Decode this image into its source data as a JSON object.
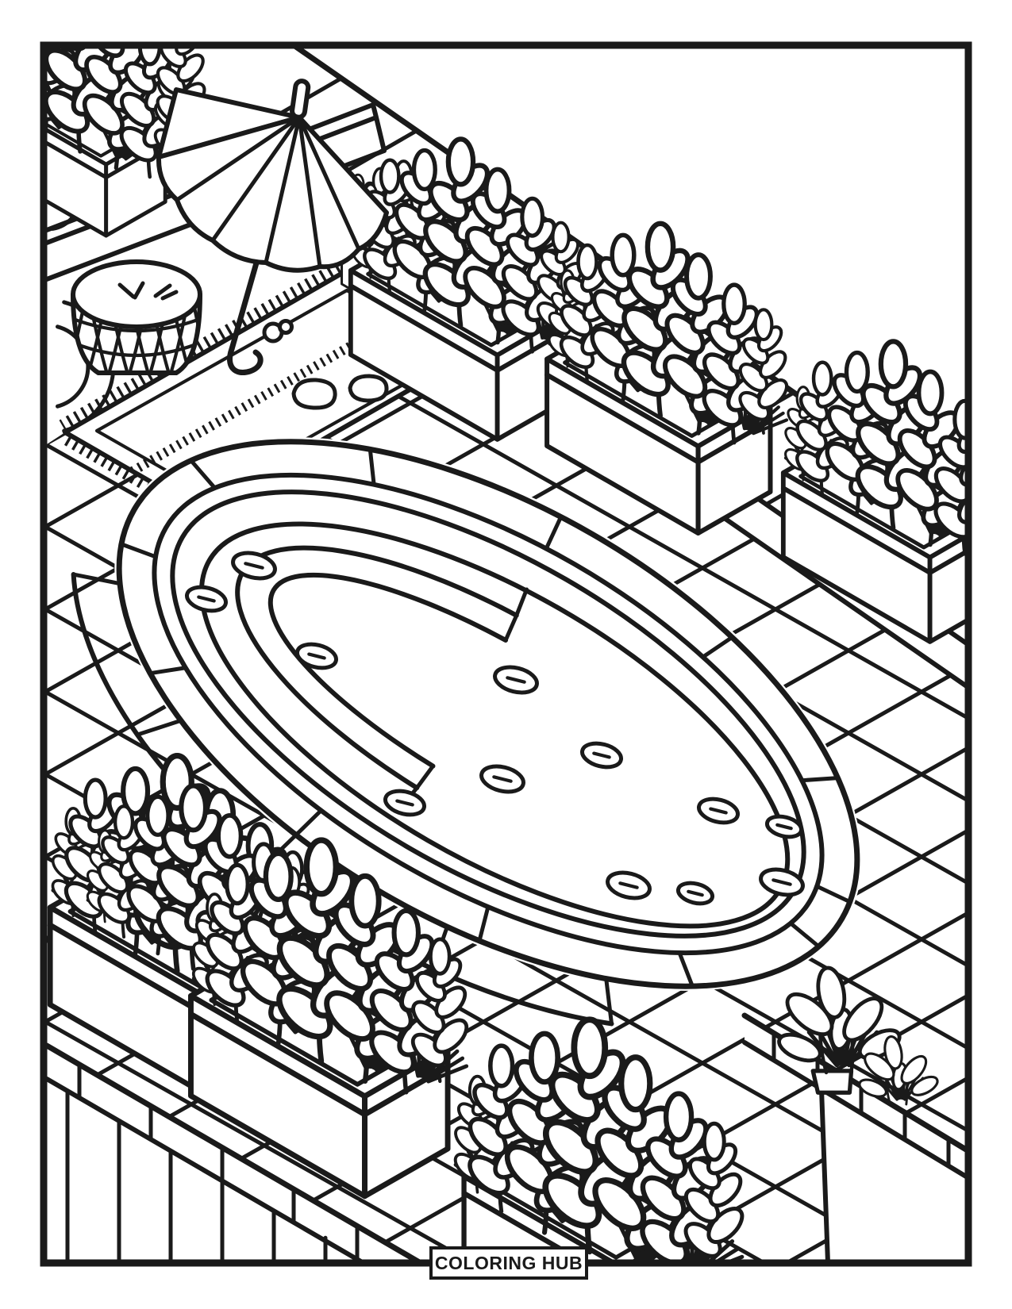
{
  "page": {
    "type": "coloring-page",
    "footer_label": "COLORING HUB",
    "colors": {
      "ink": "#1a1a1a",
      "paper": "#ffffff"
    }
  },
  "scene": {
    "subject": "isometric backyard oval swimming pool patio line art",
    "elements": [
      {
        "name": "outer-border-frame",
        "count": 1
      },
      {
        "name": "diamond-tile-patio-floor",
        "count": 1
      },
      {
        "name": "oval-pool-with-coping",
        "count": 1
      },
      {
        "name": "pool-entry-steps",
        "count": 3
      },
      {
        "name": "pool-floor-jets",
        "count": 12
      },
      {
        "name": "beach-umbrella",
        "count": 1
      },
      {
        "name": "woven-pouf-ottoman",
        "count": 1
      },
      {
        "name": "fringed-beach-mat",
        "count": 1
      },
      {
        "name": "planter-box-with-shrubs",
        "count": 8
      },
      {
        "name": "corner-leaf-plant",
        "count": 2
      },
      {
        "name": "pebbles",
        "count": 2
      },
      {
        "name": "raised-walkway-edge",
        "count": 1
      },
      {
        "name": "plank-deck-edge",
        "count": 2
      }
    ]
  }
}
